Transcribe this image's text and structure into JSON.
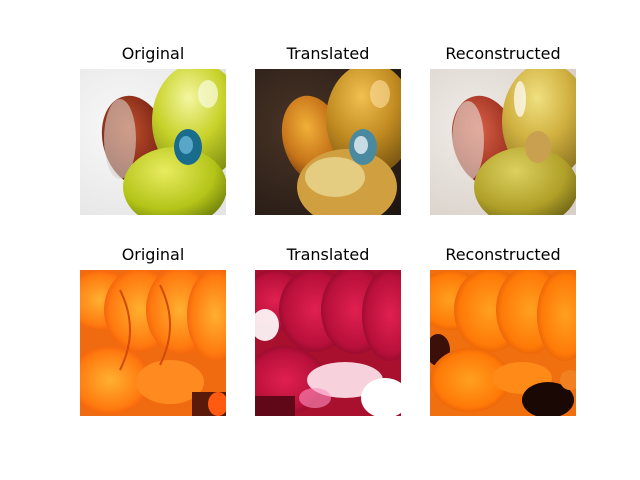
{
  "figure": {
    "rows": [
      {
        "panels": [
          {
            "title": "Original",
            "image": "apples-original"
          },
          {
            "title": "Translated",
            "image": "apples-translated"
          },
          {
            "title": "Reconstructed",
            "image": "apples-reconstructed"
          }
        ]
      },
      {
        "panels": [
          {
            "title": "Original",
            "image": "orange-slices-original"
          },
          {
            "title": "Translated",
            "image": "orange-slices-translated"
          },
          {
            "title": "Reconstructed",
            "image": "orange-slices-reconstructed"
          }
        ]
      }
    ]
  }
}
